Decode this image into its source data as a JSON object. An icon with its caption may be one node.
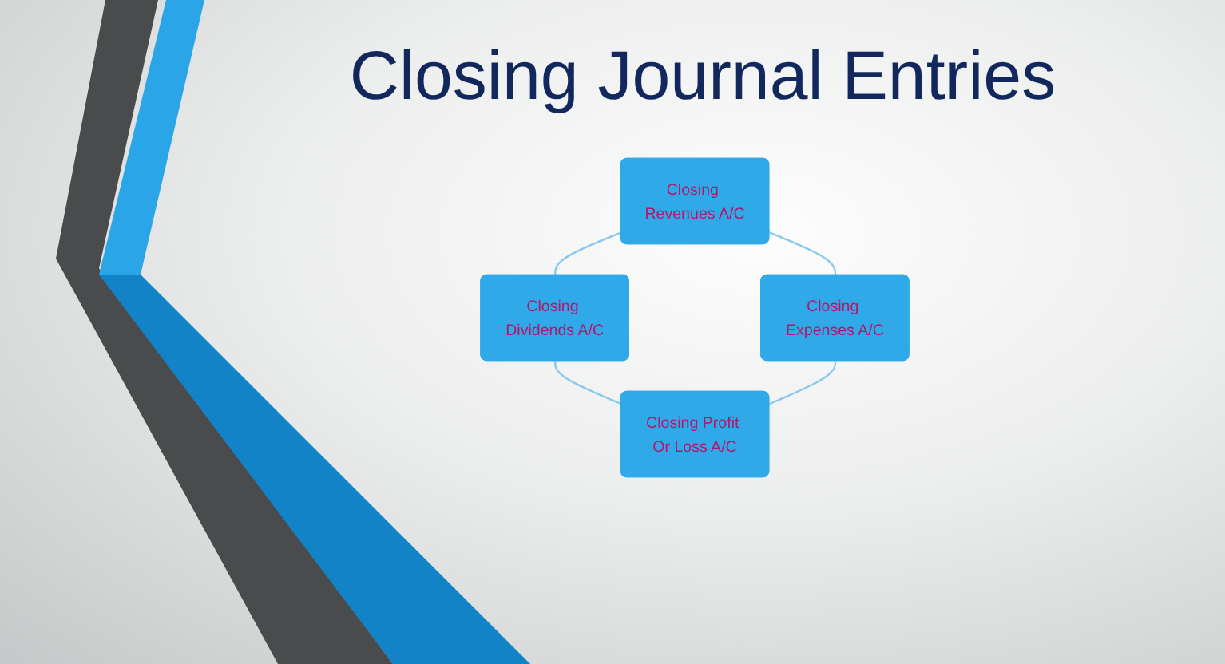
{
  "diagram": {
    "title": "Closing Journal Entries",
    "nodes": [
      {
        "text": [
          "Closing Revenues A/C"
        ]
      },
      {
        "text": [
          "Closing Dividends A/C"
        ]
      },
      {
        "text": [
          "Closing Expenses A/C"
        ]
      },
      {
        "text": [
          "Closing Profit Or Loss A/C"
        ]
      }
    ],
    "edges": [
      {
        "from": 0,
        "to": 1,
        "arrow": "none"
      },
      {
        "from": 0,
        "to": 2,
        "arrow": "none"
      },
      {
        "from": 1,
        "to": 3,
        "arrow": "none"
      },
      {
        "from": 2,
        "to": 3,
        "arrow": "none"
      }
    ]
  }
}
